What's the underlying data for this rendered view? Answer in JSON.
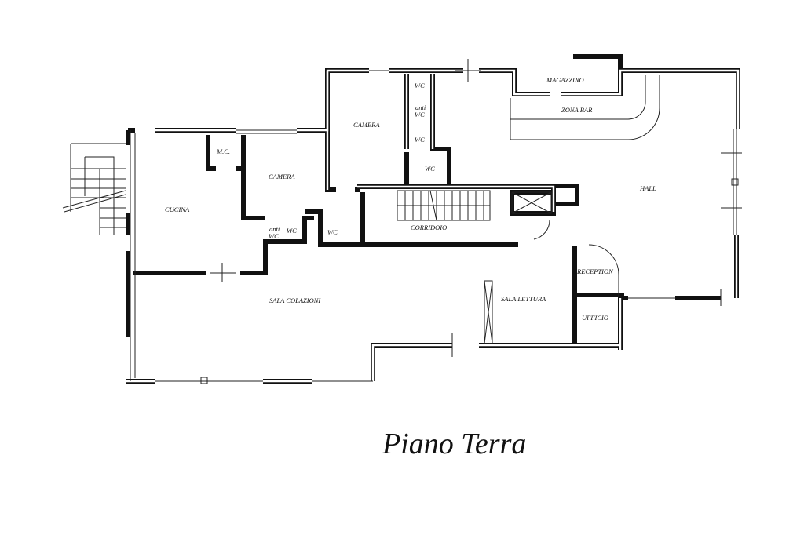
{
  "title": "Piano Terra",
  "rooms": {
    "cucina": "CUCINA",
    "mc": "M.C.",
    "camera_left": "CAMERA",
    "camera_top": "CAMERA",
    "wc_top": "WC",
    "anti_top_1": "anti",
    "anti_top_2": "WC",
    "wc_top_2": "WC",
    "wc_mid": "WC",
    "anti_low_1": "anti",
    "anti_low_2": "WC",
    "wc_low_small": "WC",
    "wc_low": "WC",
    "corridoio": "CORRIDOIO",
    "magazzino": "MAGAZZINO",
    "zona_bar": "ZONA BAR",
    "hall": "HALL",
    "reception": "RECEPTION",
    "sala_lettura": "SALA LETTURA",
    "ufficio": "UFFICIO",
    "sala_colazioni": "SALA COLAZIONI"
  }
}
